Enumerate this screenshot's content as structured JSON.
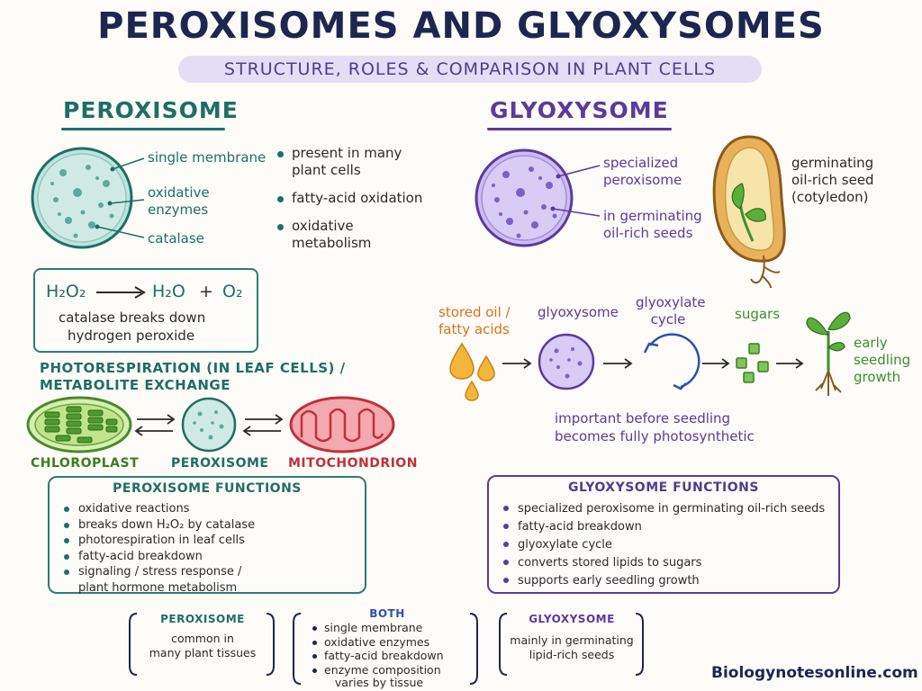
{
  "title": "PEROXISOMES AND GLYOXYSOMES",
  "subtitle": "STRUCTURE, ROLES & COMPARISON IN PLANT CELLS",
  "peroxisome": {
    "heading": "PEROXISOME",
    "labels": {
      "membrane": "single membrane",
      "enzymes_1": "oxidative",
      "enzymes_2": "enzymes",
      "catalase": "catalase"
    },
    "bullets": [
      {
        "l1": "present in many",
        "l2": "plant cells"
      },
      {
        "l1": "fatty-acid oxidation",
        "l2": ""
      },
      {
        "l1": "oxidative",
        "l2": "metabolism"
      }
    ],
    "equation": {
      "reactant": "H₂O₂",
      "product_1": "H₂O",
      "plus": "+",
      "product_2": "O₂",
      "note_1": "catalase breaks down",
      "note_2": "hydrogen peroxide"
    }
  },
  "photorespiration": {
    "heading_1": "PHOTORESPIRATION (IN LEAF CELLS) /",
    "heading_2": "METABOLITE EXCHANGE",
    "chloroplast": "CHLOROPLAST",
    "peroxisome": "PEROXISOME",
    "mitochondrion": "MITOCHONDRION"
  },
  "glyoxysome": {
    "heading": "GLYOXYSOME",
    "labels": {
      "spec_1": "specialized",
      "spec_2": "peroxisome",
      "seed_1": "in germinating",
      "seed_2": "oil-rich seeds"
    },
    "seed_caption": {
      "l1": "germinating",
      "l2": "oil-rich seed",
      "l3": "(cotyledon)"
    },
    "pathway": {
      "oil_1": "stored oil /",
      "oil_2": "fatty acids",
      "gly": "glyoxysome",
      "cycle_1": "glyoxylate",
      "cycle_2": "cycle",
      "sugars": "sugars",
      "growth_1": "early",
      "growth_2": "seedling",
      "growth_3": "growth",
      "note_1": "important before seedling",
      "note_2": "becomes fully photosynthetic"
    }
  },
  "peroxisome_functions": {
    "heading": "PEROXISOME FUNCTIONS",
    "items": [
      "oxidative reactions",
      "breaks down H₂O₂ by catalase",
      "photorespiration in leaf cells",
      "fatty-acid breakdown",
      "signaling / stress response /",
      "plant hormone metabolism"
    ]
  },
  "glyoxysome_functions": {
    "heading": "GLYOXYSOME FUNCTIONS",
    "items": [
      "specialized peroxisome in germinating oil-rich seeds",
      "fatty-acid breakdown",
      "glyoxylate cycle",
      "converts stored lipids to sugars",
      "supports early seedling growth"
    ]
  },
  "comparison": {
    "peroxisome": {
      "heading": "PEROXISOME",
      "l1": "common in",
      "l2": "many plant tissues"
    },
    "both": {
      "heading": "BOTH",
      "items": [
        "single membrane",
        "oxidative enzymes",
        "fatty-acid breakdown",
        "enzyme composition"
      ],
      "extra": "varies by tissue"
    },
    "glyoxysome": {
      "heading": "GLYOXYSOME",
      "l1": "mainly in germinating",
      "l2": "lipid-rich seeds"
    }
  },
  "footer": "Biologynotesonline.com",
  "colors": {
    "teal": "#1f6e66",
    "purple": "#5b3a9e",
    "navy": "#1e2650",
    "orange": "#d9731c",
    "green": "#3e8e2f",
    "red": "#d24b55"
  }
}
